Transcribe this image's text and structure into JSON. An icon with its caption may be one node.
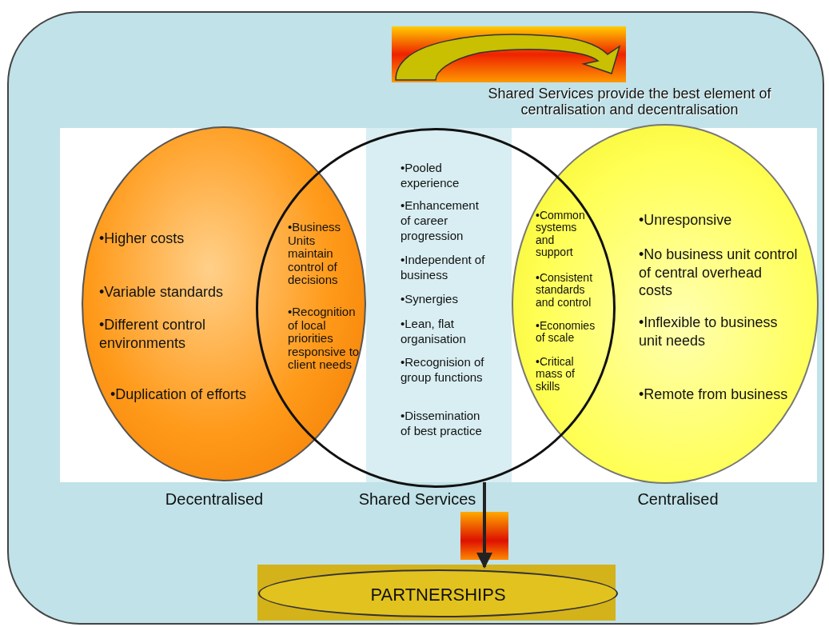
{
  "diagram": {
    "nodes": [
      {
        "text": [
          "•Higher costs",
          "•Variable standards",
          "•Different control environments",
          "•Duplication of efforts"
        ],
        "beside": [
          "Decentralised"
        ]
      },
      {
        "text": [
          "•Pooled experience",
          "•Enhancement of career progression",
          "•Independent of business",
          "•Synergies",
          "•Lean, flat organisation",
          "•Recognision of group functions",
          "•Dissemination of best practice"
        ],
        "beside": [
          "Shared Services"
        ]
      },
      {
        "text": [
          "•Unresponsive",
          "•No business unit control of central overhead costs",
          "•Inflexible to business unit needs",
          "•Remote from business"
        ],
        "beside": [
          "Centralised"
        ]
      },
      {
        "text": [
          "PARTNERSHIPS"
        ]
      }
    ],
    "edges": [
      {
        "from": 1,
        "to": 3,
        "arrow": "to"
      }
    ],
    "labels": [
      "Shared Services provide the best element of centralisation and decentralisation",
      "•Business Units maintain control of decisions",
      "•Recognition of local priorities responsive to client needs",
      "•Common systems and support",
      "•Consistent standards and control",
      "•Economies of scale",
      "•Critical mass of skills"
    ]
  }
}
